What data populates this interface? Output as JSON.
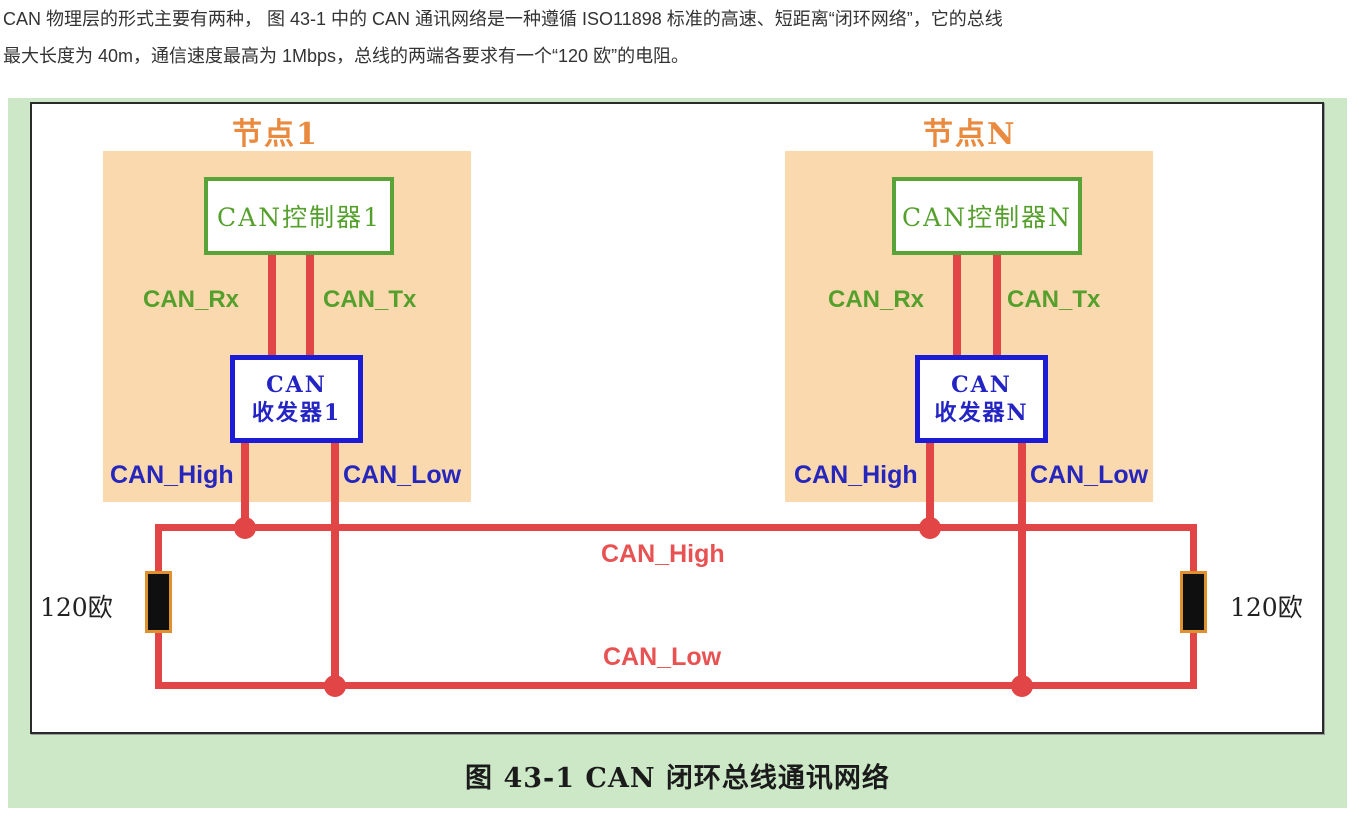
{
  "paragraph": {
    "line1": "CAN 物理层的形式主要有两种， 图 43-1 中的 CAN 通讯网络是一种遵循 ISO11898 标准的高速、短距离“闭环网络”，它的总线",
    "line2": "最大长度为 40m，通信速度最高为 1Mbps，总线的两端各要求有一个“120 欧”的电阻。"
  },
  "figure": {
    "caption": "图 43-1 CAN 闭环总线通讯网络",
    "colors": {
      "figure_background": "#cce8c7",
      "node_background": "#fbd9ae",
      "node_title_orange": "#e98a3e",
      "controller_green": "#55a02c",
      "controller_border_green": "#5aa339",
      "transceiver_blue_border": "#1c1cd6",
      "transceiver_blue_text": "#2424c4",
      "signal_label_blue": "#2626bd",
      "wire_red": "#e24545",
      "bus_label_red": "#e85252",
      "resistor_fill": "#0f0f0f",
      "resistor_border_orange": "#e0912f"
    },
    "nodes": [
      {
        "title": "节点1",
        "controller": "CAN控制器1",
        "transceiver_line1": "CAN",
        "transceiver_line2": "收发器1",
        "rx_label": "CAN_Rx",
        "tx_label": "CAN_Tx",
        "high_label": "CAN_High",
        "low_label": "CAN_Low"
      },
      {
        "title": "节点N",
        "controller": "CAN控制器N",
        "transceiver_line1": "CAN",
        "transceiver_line2": "收发器N",
        "rx_label": "CAN_Rx",
        "tx_label": "CAN_Tx",
        "high_label": "CAN_High",
        "low_label": "CAN_Low"
      }
    ],
    "bus": {
      "high_label": "CAN_High",
      "low_label": "CAN_Low"
    },
    "terminators": {
      "left_label": "120欧",
      "right_label": "120欧"
    }
  }
}
